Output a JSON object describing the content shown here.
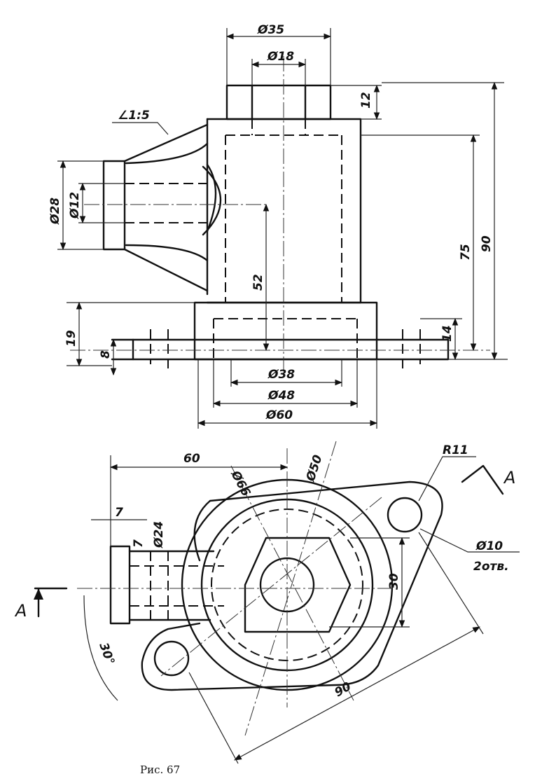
{
  "caption": "Рис. 67",
  "top_view": {
    "dim_d35": "Ø35",
    "dim_d18": "Ø18",
    "dim_12": "12",
    "dim_taper": "∠1:5",
    "dim_d28": "Ø28",
    "dim_d12": "Ø12",
    "dim_52": "52",
    "dim_75": "75",
    "dim_90": "90",
    "dim_19": "19",
    "dim_8": "8",
    "dim_14": "14",
    "dim_d38": "Ø38",
    "dim_d48": "Ø48",
    "dim_d60": "Ø60"
  },
  "plan_view": {
    "dim_60": "60",
    "dim_d66": "Ø66",
    "dim_d50": "Ø50",
    "dim_r11": "R11",
    "section_a_right": "A",
    "section_a_left": "A",
    "dim_7a": "7",
    "dim_7b": "7",
    "dim_d24": "Ø24",
    "dim_d10": "Ø10",
    "dim_2holes": "2отв.",
    "dim_30": "30",
    "dim_30deg": "30°",
    "dim_90b": "90"
  }
}
